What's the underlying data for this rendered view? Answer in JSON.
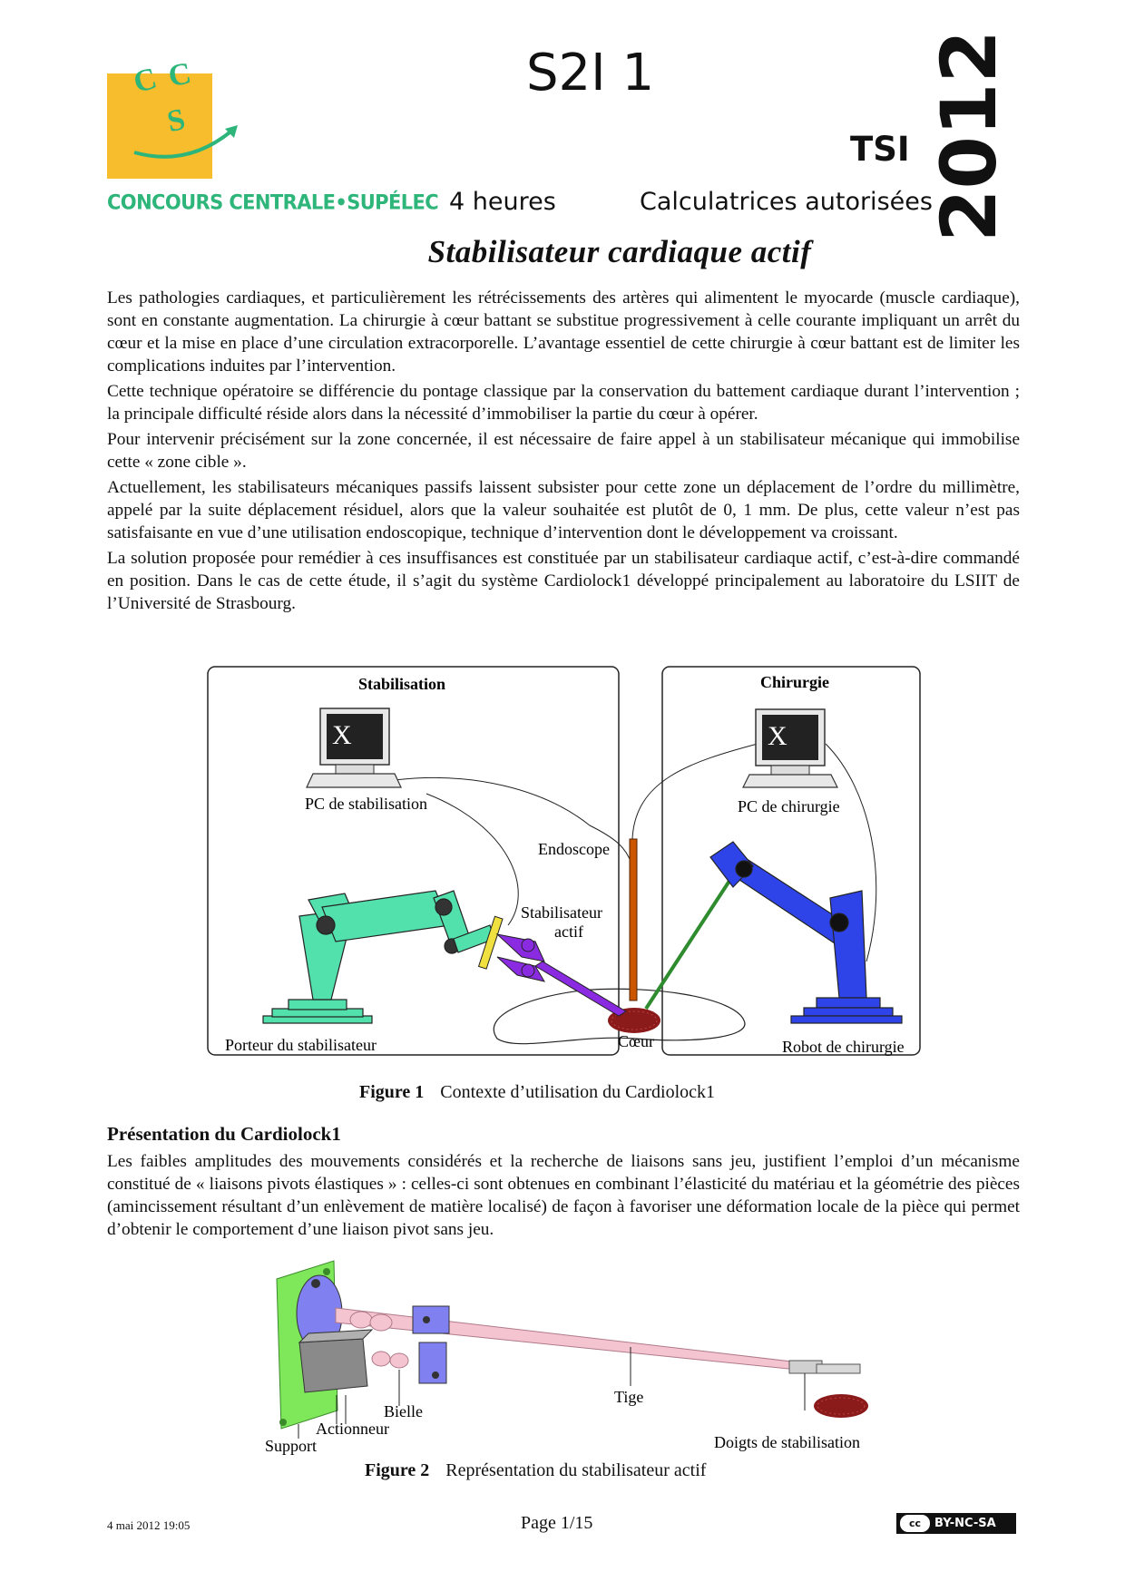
{
  "header": {
    "logo_letters": [
      "C",
      "C",
      "S"
    ],
    "logo_text": "CONCOURS CENTRALE•SUPÉLEC",
    "title": "S2I 1",
    "filiere": "TSI",
    "year": "2012",
    "duration": "4 heures",
    "calculators": "Calculatrices autorisées"
  },
  "colors": {
    "logo_yellow": "#f7bd2c",
    "logo_green": "#2db57a",
    "porteur": "#52e0ad",
    "robot": "#2f44e8",
    "stabilisateur": "#8a2be2",
    "coeur": "#8b1a1a",
    "endoscope": "#cc5500",
    "support": "#7fe85a",
    "tige": "#f4c4d0",
    "actionneur": "#8a8a8a",
    "bielle_pieces": "#8080f0"
  },
  "document": {
    "title": "Stabilisateur cardiaque actif",
    "paragraphs": [
      "Les pathologies cardiaques, et particulièrement les rétrécissements des artères qui alimentent le myocarde (muscle cardiaque), sont en constante augmentation. La chirurgie à cœur battant se substitue progressivement à celle courante impliquant un arrêt du cœur et la mise en place d’une circulation extracorporelle. L’avantage essentiel de cette chirurgie à cœur battant est de limiter les complications induites par l’intervention.",
      "Cette technique opératoire se différencie du pontage classique par la conservation du battement cardiaque durant l’intervention ; la principale difficulté réside alors dans la nécessité d’immobiliser la partie du cœur à opérer.",
      "Pour intervenir précisément sur la zone concernée, il est nécessaire de faire appel à un stabilisateur mécanique qui immobilise cette « zone cible ».",
      "Actuellement, les stabilisateurs mécaniques passifs laissent subsister pour cette zone un déplacement de l’ordre du millimètre, appelé par la suite déplacement résiduel, alors que la valeur souhaitée est plutôt de 0, 1 mm. De plus, cette valeur n’est pas satisfaisante en vue d’une utilisation endoscopique, technique d’intervention dont le développement va croissant.",
      "La solution proposée pour remédier à ces insuffisances est constituée par un stabilisateur cardiaque actif, c’est-à-dire commandé en position. Dans le cas de cette étude, il s’agit du système Cardiolock1 développé principalement au laboratoire du LSIIT de l’Université de Strasbourg."
    ],
    "section_title": "Présentation du Cardiolock1",
    "section_paragraph": "Les faibles amplitudes des mouvements considérés et la recherche de liaisons sans jeu, justifient l’emploi d’un mécanisme constitué de « liaisons pivots élastiques » : celles-ci sont obtenues en combinant l’élasticité du matériau et la géométrie des pièces (amincissement résultant d’un enlèvement de matière localisé) de façon à favoriser une déformation locale de la pièce qui permet d’obtenir le comportement d’une liaison pivot sans jeu."
  },
  "figure1": {
    "caption_number": "Figure 1",
    "caption_text": "Contexte d’utilisation du Cardiolock1",
    "box_left_title": "Stabilisation",
    "box_right_title": "Chirurgie",
    "screen_glyph": "X",
    "labels": {
      "pc_stab": "PC de stabilisation",
      "pc_chir": "PC de chirurgie",
      "endoscope": "Endoscope",
      "stab_line1": "Stabilisateur",
      "stab_line2": "actif",
      "porteur": "Porteur du stabilisateur",
      "coeur": "Cœur",
      "robot": "Robot de chirurgie"
    }
  },
  "figure2": {
    "caption_number": "Figure 2",
    "caption_text": "Représentation du stabilisateur actif",
    "labels": {
      "tige": "Tige",
      "bielle": "Bielle",
      "actionneur": "Actionneur",
      "support": "Support",
      "doigts": "Doigts de stabilisation"
    }
  },
  "footer": {
    "date": "4 mai 2012 19:05",
    "page": "Page 1/15",
    "cc_mark": "cc",
    "license": "BY-NC-SA"
  }
}
